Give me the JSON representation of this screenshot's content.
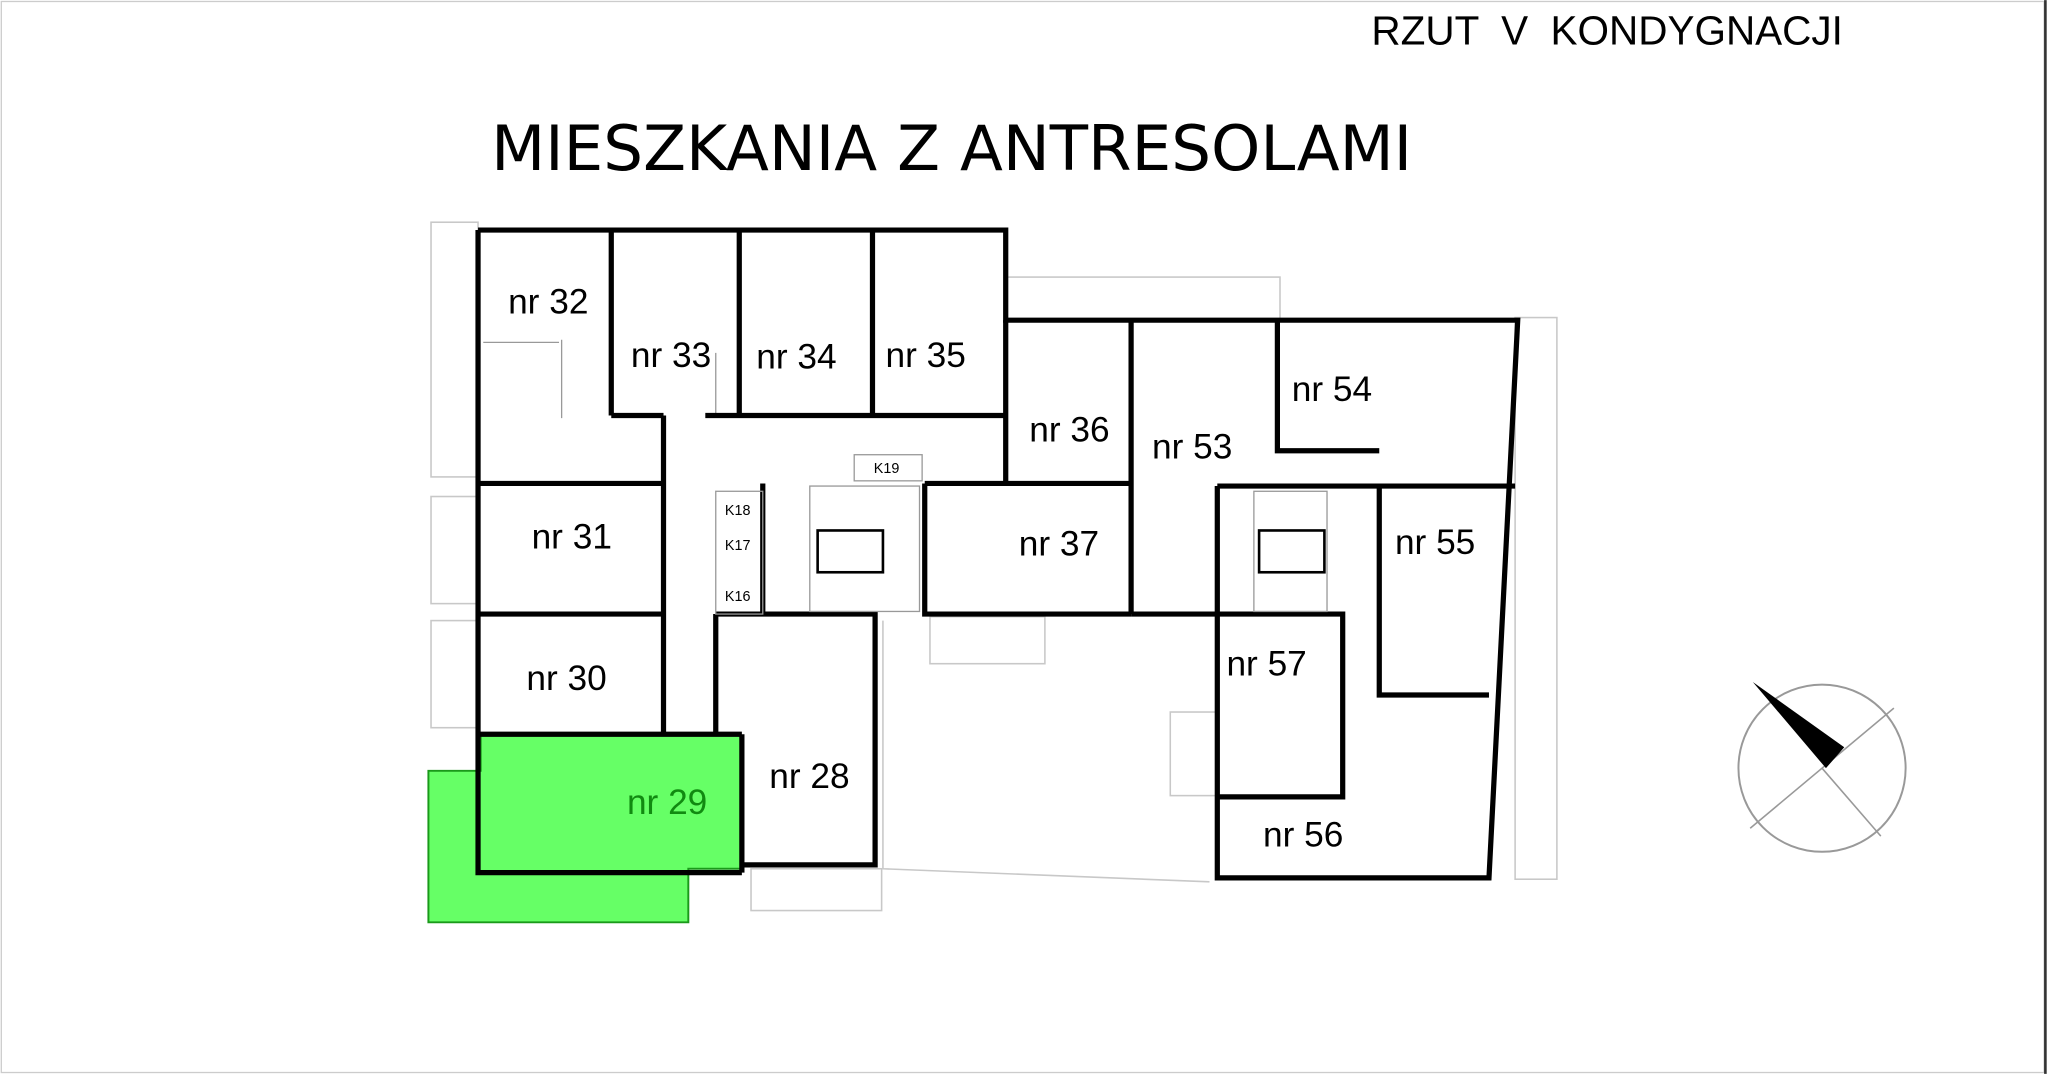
{
  "header": {
    "subtitle": "RZUT  V  KONDYGNACJI",
    "title": "MIESZKANIA Z ANTRESOLAMI"
  },
  "colors": {
    "highlight": "#66ff66",
    "highlight_text": "#118a11"
  },
  "selected_apartment": "nr 29",
  "rooms": {
    "r32": "nr 32",
    "r33": "nr 33",
    "r34": "nr 34",
    "r35": "nr 35",
    "r36": "nr 36",
    "r53": "nr 53",
    "r54": "nr 54",
    "r31": "nr 31",
    "r37": "nr 37",
    "r55": "nr 55",
    "r30": "nr 30",
    "r57": "nr 57",
    "r29": "nr 29",
    "r28": "nr 28",
    "r56": "nr 56"
  },
  "storage": {
    "k19": "K19",
    "k18": "K18",
    "k17": "K17",
    "k16": "K16"
  },
  "compass_icon": "north-arrow"
}
